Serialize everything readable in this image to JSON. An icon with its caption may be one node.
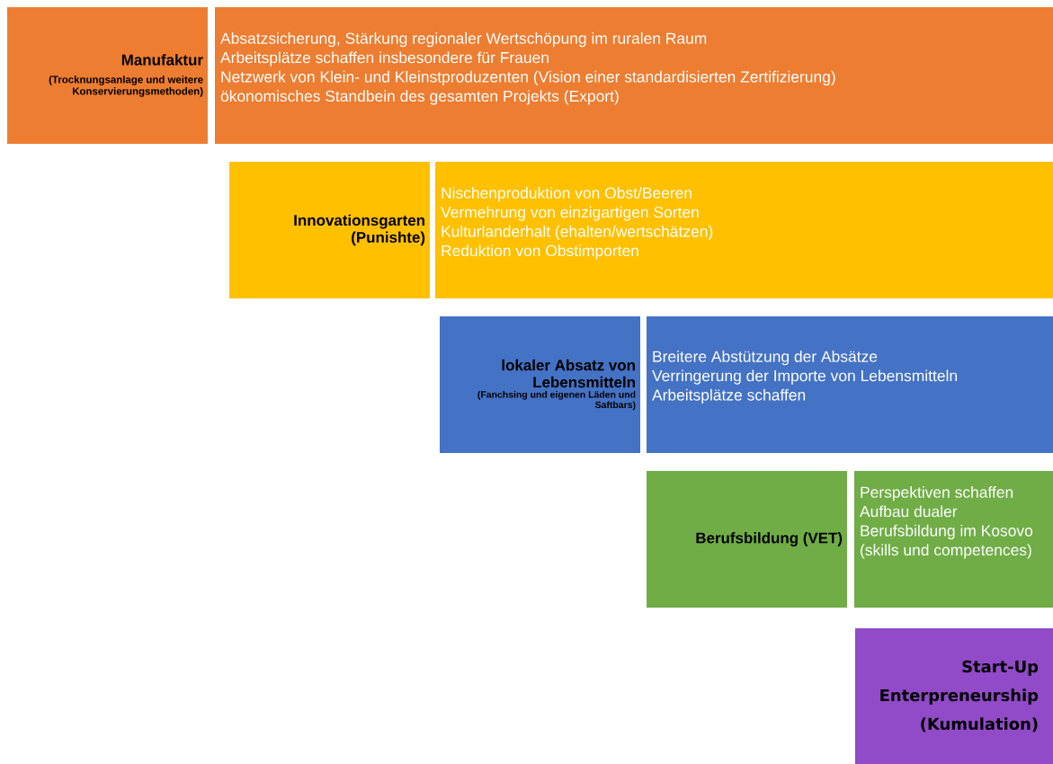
{
  "diagram": {
    "nodes": [
      {
        "text": [
          "Manufaktur",
          "(Trocknungsanlage und weitere Konservierungsmethoden)"
        ]
      },
      {
        "text": [
          "Absatzsicherung, Stärkung regionaler Wertschöpung im ruralen Raum",
          "Arbeitsplätze schaffen insbesondere für Frauen",
          "Netzwerk von Klein- und Kleinstproduzenten (Vision einer standardisierten Zertifizierung)",
          "ökonomisches Standbein des gesamten Projekts (Export)"
        ]
      },
      {
        "text": [
          "Innovationsgarten (Punishte)"
        ]
      },
      {
        "text": [
          "Nischenproduktion von Obst/Beeren",
          "Vermehrung von einzigartigen Sorten",
          "Kulturlanderhalt (ehalten/wertschätzen)",
          "Reduktion von Obstimporten"
        ]
      },
      {
        "text": [
          "lokaler Absatz von Lebensmitteln",
          "(Fanchsing und eigenen Läden und Saftbars)"
        ]
      },
      {
        "text": [
          "Breitere Abstützung der Absätze",
          "Verringerung der Importe von Lebensmitteln",
          "Arbeitsplätze schaffen"
        ]
      },
      {
        "text": [
          "Berufsbildung (VET)"
        ]
      },
      {
        "text": [
          "Perspektiven schaffen",
          "Aufbau dualer Berufsbildung im Kosovo (skills und competences)"
        ]
      },
      {
        "text": [
          "Start-Up Enterpreneurship (Kumulation)"
        ]
      }
    ]
  }
}
